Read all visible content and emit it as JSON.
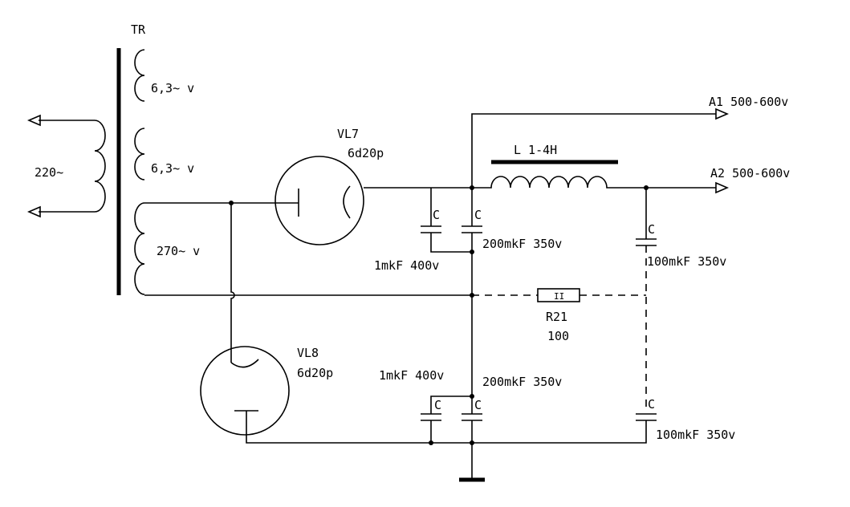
{
  "transformer": {
    "label": "TR",
    "primary_label": "220~",
    "secondary_1": "6,3~ v",
    "secondary_2": "6,3~ v",
    "secondary_3": "270~ v"
  },
  "tubes": {
    "vl7": {
      "name": "VL7",
      "type": "6d20p"
    },
    "vl8": {
      "name": "VL8",
      "type": "6d20p"
    }
  },
  "choke": {
    "label": "L 1-4H"
  },
  "resistor": {
    "name": "R21",
    "value": "100",
    "mark": "II"
  },
  "capacitors": {
    "cap_letter": "C",
    "c1_value": "1mkF 400v",
    "c2_value": "200mkF 350v",
    "c3_value": "100mkF 350v",
    "c4_value": "1mkF 400v",
    "c5_value": "200mkF 350v",
    "c6_value": "100mkF 350v"
  },
  "outputs": {
    "a1": "A1 500-600v",
    "a2": "A2 500-600v"
  }
}
